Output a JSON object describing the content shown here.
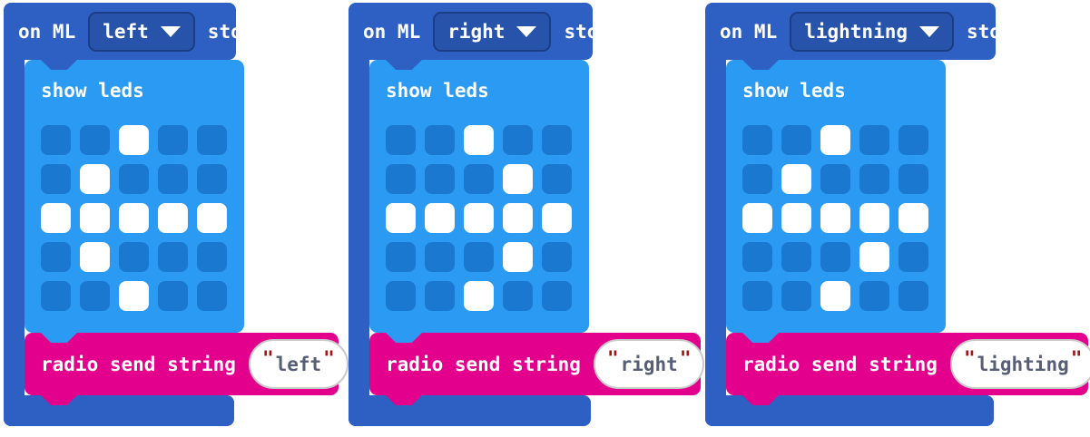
{
  "workspace": {
    "description": "MakeCode micro:bit blocks canvas with three ML event stacks"
  },
  "colors": {
    "container_blue": "#2E5FC2",
    "basic_blue": "#2A9AF2",
    "led_off": "#1B78D0",
    "led_on": "#FFFFFF",
    "radio_pink": "#E3008C",
    "text_white": "#FFFFFF",
    "string_text": "#575E75",
    "quote_red": "#A31515",
    "pill_border": "#C9C9C9"
  },
  "stacks": [
    {
      "header": {
        "prefix": "on ML",
        "dropdown_value": "left",
        "suffix": "stop"
      },
      "show_leds": {
        "label": "show leds",
        "pattern": [
          "00100",
          "01000",
          "11111",
          "01000",
          "00100"
        ]
      },
      "radio": {
        "label": "radio send string",
        "open_quote": "\"",
        "value": "left",
        "close_quote": "\""
      }
    },
    {
      "header": {
        "prefix": "on ML",
        "dropdown_value": "right",
        "suffix": "stop"
      },
      "show_leds": {
        "label": "show leds",
        "pattern": [
          "00100",
          "00010",
          "11111",
          "00010",
          "00100"
        ]
      },
      "radio": {
        "label": "radio send string",
        "open_quote": "\"",
        "value": "right",
        "close_quote": "\""
      }
    },
    {
      "header": {
        "prefix": "on ML",
        "dropdown_value": "lightning",
        "suffix": "stop"
      },
      "show_leds": {
        "label": "show leds",
        "pattern": [
          "00100",
          "01000",
          "11111",
          "00010",
          "00100"
        ]
      },
      "radio": {
        "label": "radio send string",
        "open_quote": "\"",
        "value": "lighting",
        "close_quote": "\""
      }
    }
  ]
}
